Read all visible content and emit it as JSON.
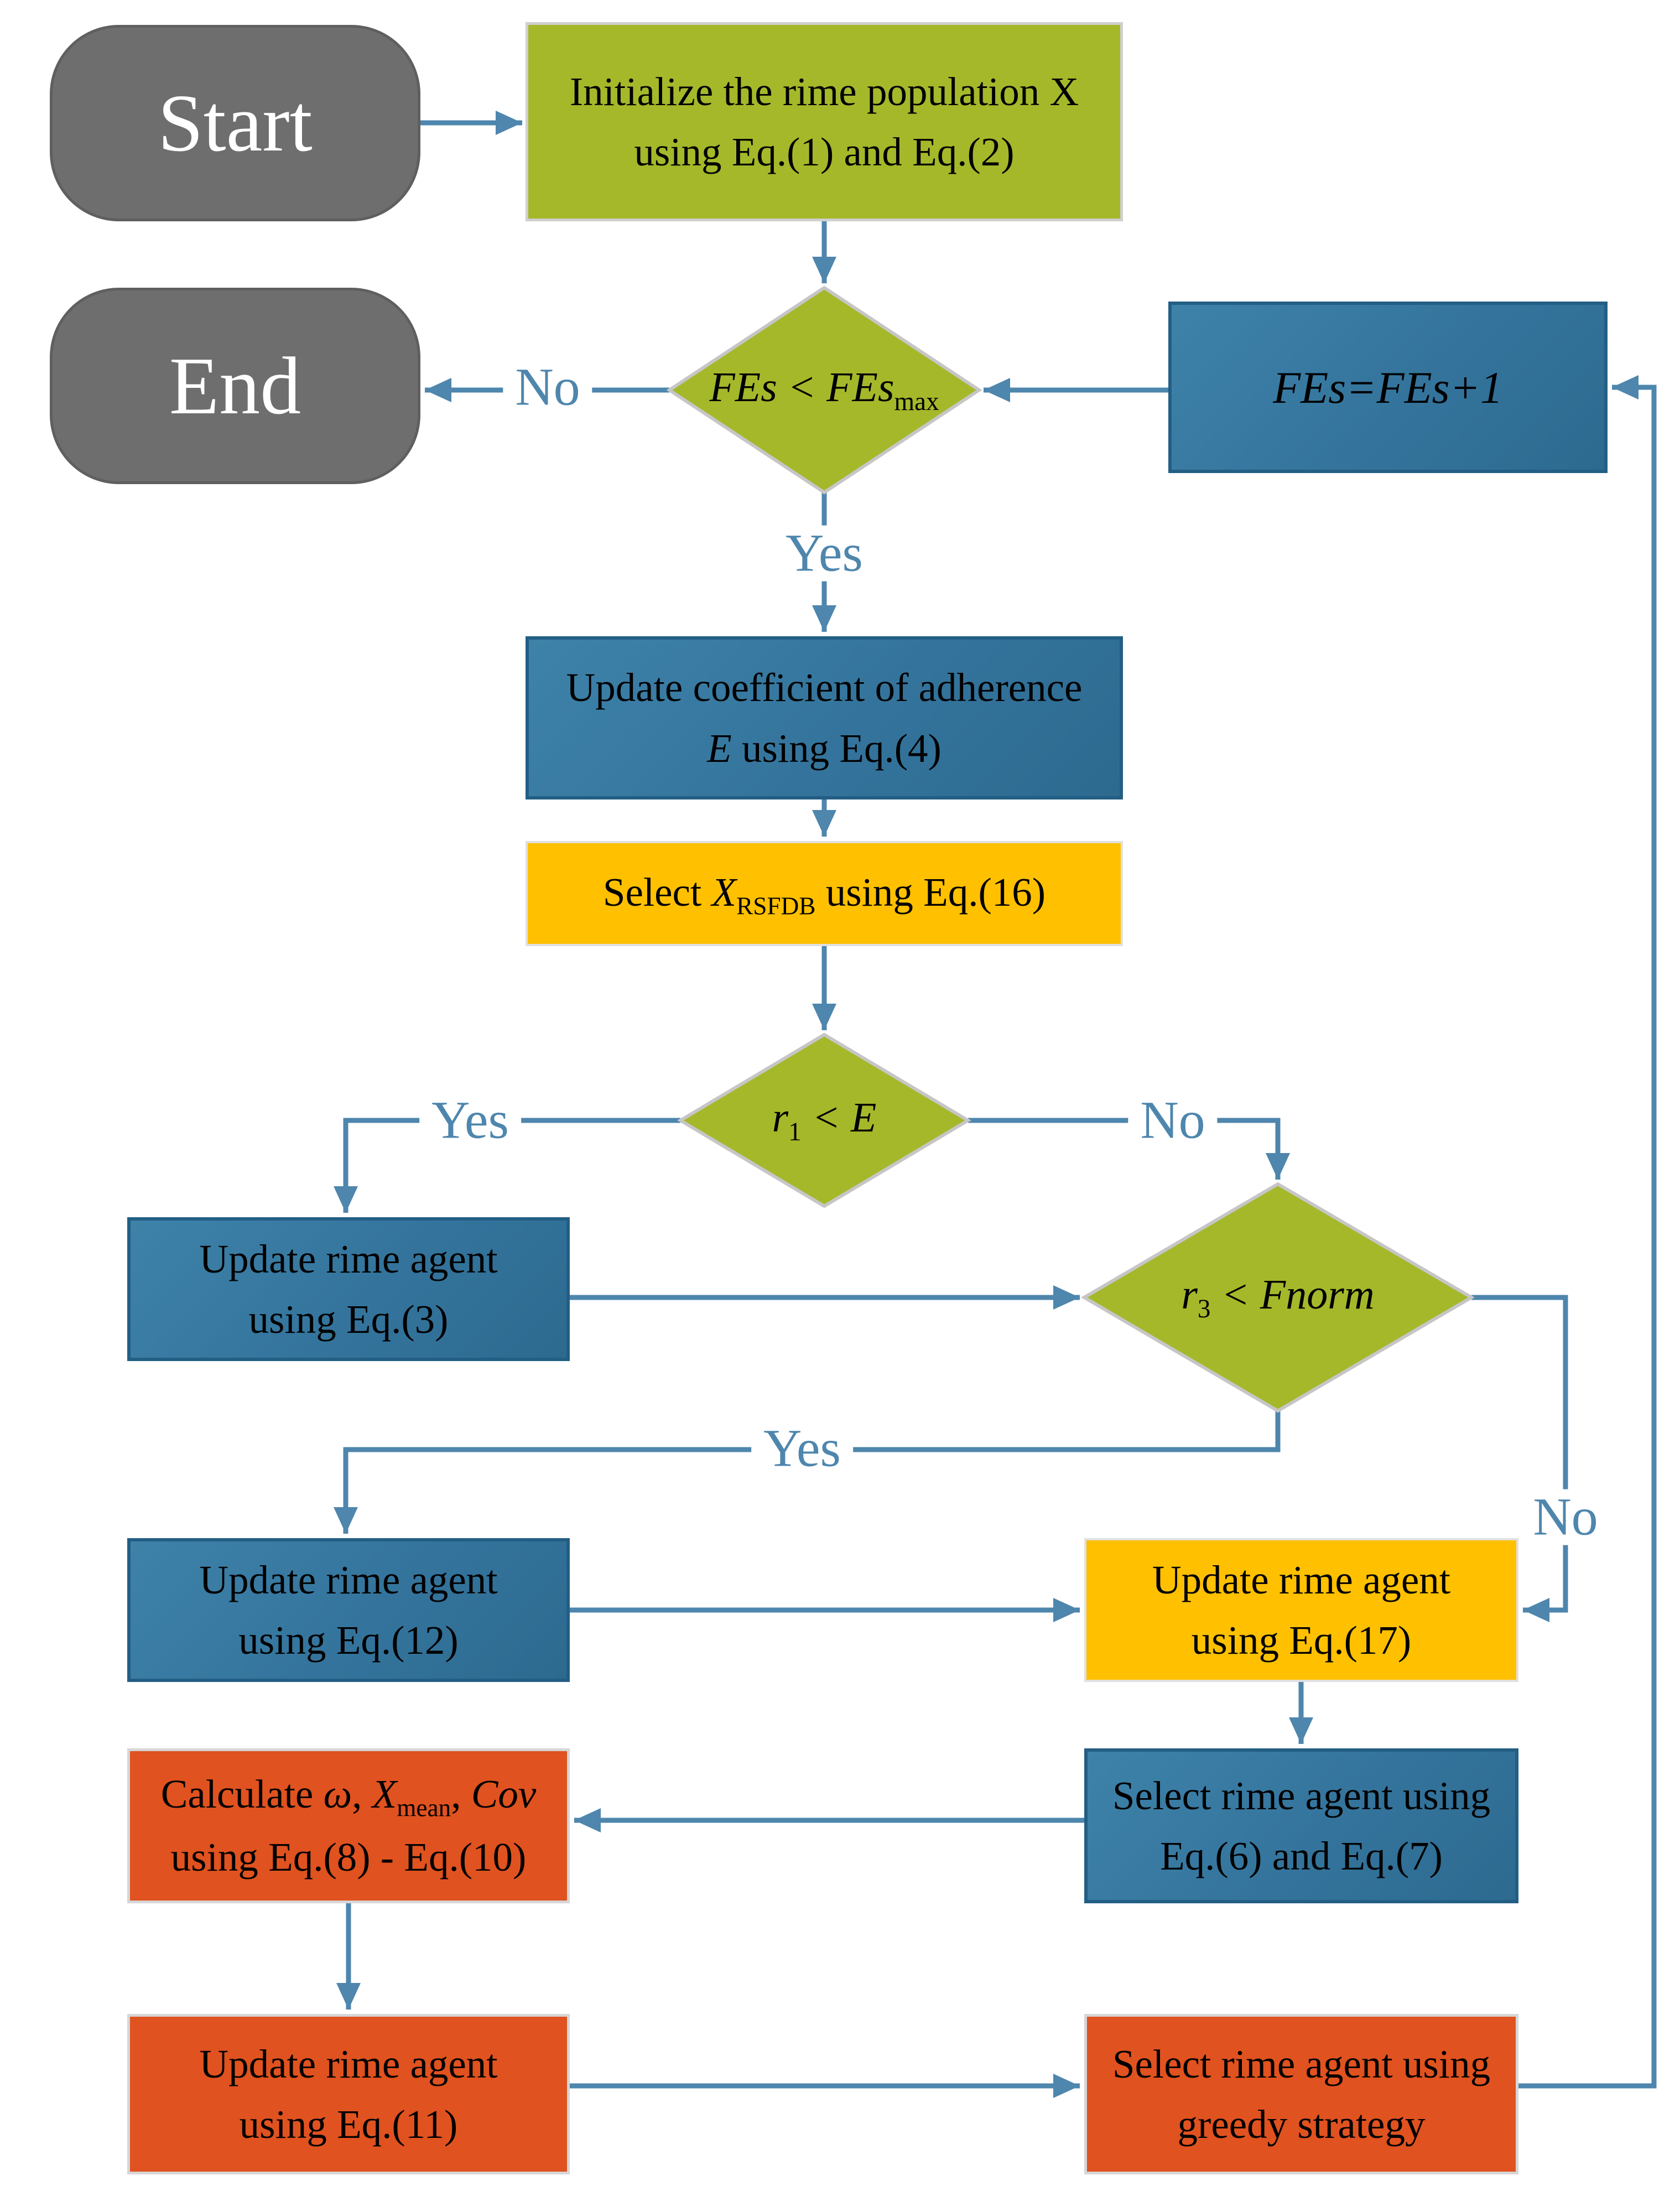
{
  "nodes": {
    "start": {
      "label": "Start"
    },
    "end": {
      "label": "End"
    },
    "init": {
      "line1": "Initialize the rime population X",
      "line2": "using Eq.(1) and Eq.(2)"
    },
    "fes_check": {
      "it1": "FEs",
      "op": " < ",
      "it2": "FEs",
      "sub": "max"
    },
    "fes_inc": {
      "label": "FEs=FEs+1"
    },
    "update_e": {
      "line1": "Update coefficient of adherence",
      "line2_it": "E",
      "line2_rest": " using Eq.(4)"
    },
    "select_xrsfdb": {
      "t1": "Select ",
      "it": "X",
      "sub": "RSFDB",
      "t2": " using Eq.(16)"
    },
    "r1_check": {
      "it1": "r",
      "sub1": "1",
      "op": " < ",
      "it2": "E"
    },
    "eq3": {
      "line1": "Update rime agent",
      "line2": "using Eq.(3)"
    },
    "r3_check": {
      "it1": "r",
      "sub1": "3",
      "op": " < ",
      "it2": "Fnorm"
    },
    "eq12": {
      "line1": "Update rime agent",
      "line2": "using Eq.(12)"
    },
    "eq17": {
      "line1": "Update rime agent",
      "line2": "using Eq.(17)"
    },
    "eq67": {
      "line1": "Select rime agent using",
      "line2": "Eq.(6) and Eq.(7)"
    },
    "calc": {
      "t1": "Calculate ",
      "it1": "ω",
      "c1": ", ",
      "it2": "X",
      "sub": "mean",
      "c2": ", ",
      "it3": "Cov",
      "line2": "using Eq.(8) - Eq.(10)"
    },
    "eq11": {
      "line1": "Update rime agent",
      "line2": "using Eq.(11)"
    },
    "greedy": {
      "line1": "Select rime agent using",
      "line2": "greedy strategy"
    }
  },
  "edge_labels": {
    "fes_no": "No",
    "fes_yes": "Yes",
    "r1_yes": "Yes",
    "r1_no": "No",
    "r3_yes": "Yes",
    "r3_no": "No"
  },
  "colors": {
    "terminal_fill": "#6e6e6e",
    "terminal_text": "#ffffff",
    "green_fill": "#a5b82a",
    "blue_fill_light": "#3e82a9",
    "blue_fill_dark": "#2d6a90",
    "blue_border": "#235e84",
    "yellow_fill": "#ffc000",
    "orange_fill": "#e0521f",
    "shape_border_light": "#cfcfcf",
    "connector": "#4e86ad",
    "node_text": "#000000"
  }
}
